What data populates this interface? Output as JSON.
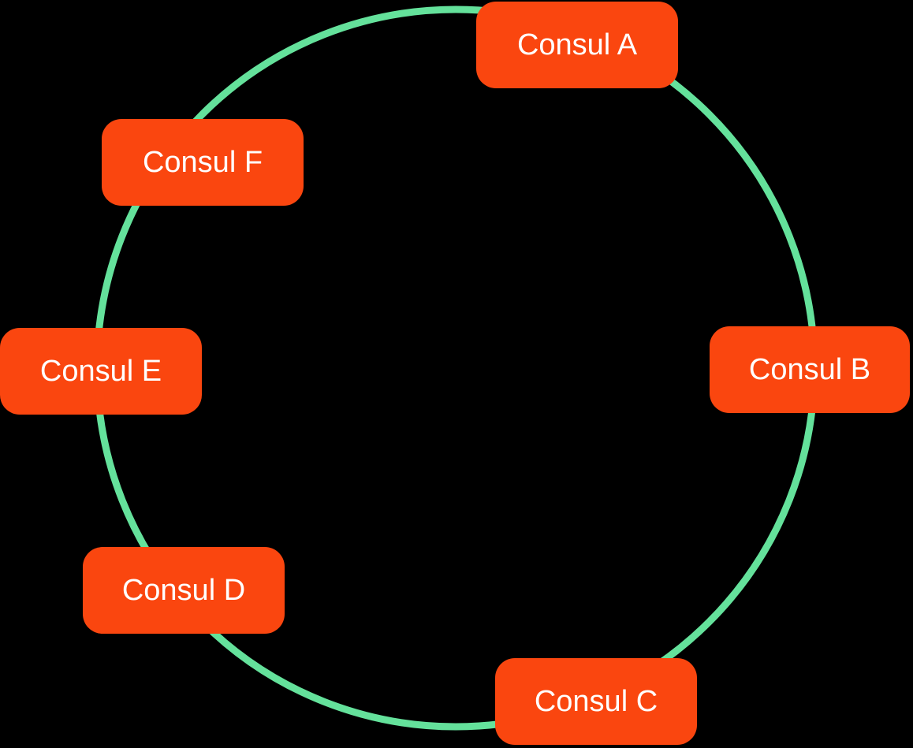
{
  "colors": {
    "background": "#000000",
    "ring": "#64E19B",
    "node-bg": "#FA460F",
    "node-text": "#FFFFFF"
  },
  "diagram": {
    "ring": {
      "shape": "circle",
      "stroke_width": 9
    },
    "nodes": [
      {
        "label": "Consul A",
        "position": "top"
      },
      {
        "label": "Consul B",
        "position": "right"
      },
      {
        "label": "Consul C",
        "position": "bottom-right"
      },
      {
        "label": "Consul D",
        "position": "bottom-left"
      },
      {
        "label": "Consul E",
        "position": "left"
      },
      {
        "label": "Consul F",
        "position": "top-left"
      }
    ]
  }
}
